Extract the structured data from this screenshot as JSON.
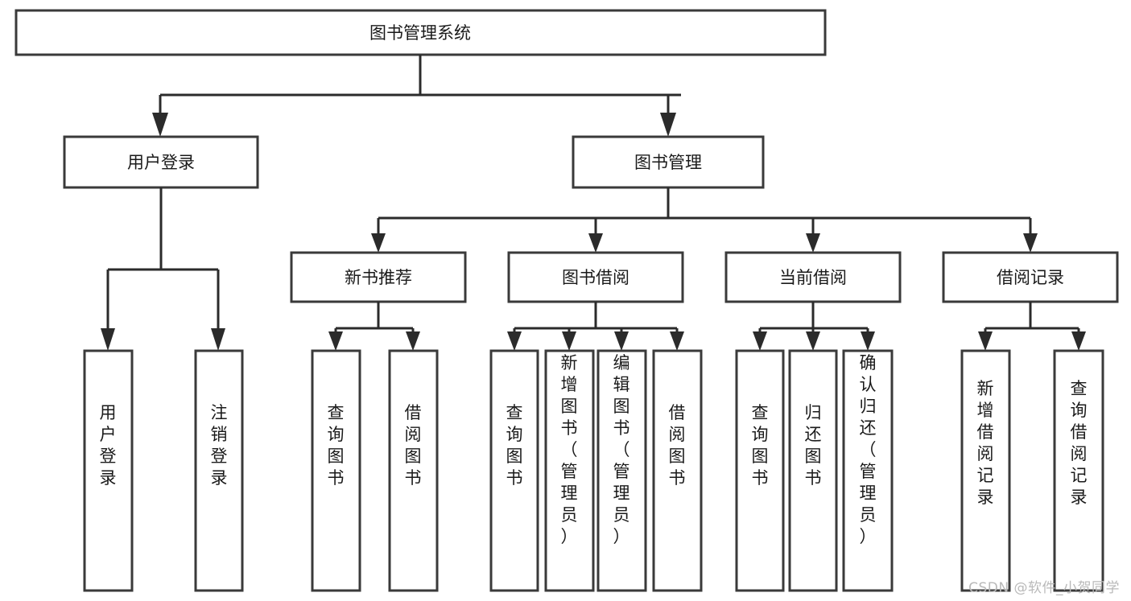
{
  "diagram": {
    "title": "图书管理系统",
    "type": "hierarchy-tree",
    "watermark": "CSDN @软件_小贺同学",
    "colors": {
      "box_stroke": "#3a3a3a",
      "connector": "#2b2b2b",
      "box_fill": "#ffffff",
      "text": "#1a1a1a",
      "watermark": "#b9b9b9"
    },
    "root": {
      "label": "图书管理系统"
    },
    "level2": [
      {
        "label": "用户登录"
      },
      {
        "label": "图书管理"
      }
    ],
    "level3": [
      {
        "label": "新书推荐"
      },
      {
        "label": "图书借阅"
      },
      {
        "label": "当前借阅"
      },
      {
        "label": "借阅记录"
      }
    ],
    "leaves": {
      "user_login": [
        {
          "label": "用户登录"
        },
        {
          "label": "注销登录"
        }
      ],
      "new_book_recommend": [
        {
          "label": "查询图书"
        },
        {
          "label": "借阅图书"
        }
      ],
      "book_borrow": [
        {
          "label": "查询图书"
        },
        {
          "label": "新增图书（管理员）"
        },
        {
          "label": "编辑图书（管理员）"
        },
        {
          "label": "借阅图书"
        }
      ],
      "current_borrow": [
        {
          "label": "查询图书"
        },
        {
          "label": "归还图书"
        },
        {
          "label": "确认归还（管理员）"
        }
      ],
      "borrow_record": [
        {
          "label": "新增借阅记录"
        },
        {
          "label": "查询借阅记录"
        }
      ]
    }
  }
}
